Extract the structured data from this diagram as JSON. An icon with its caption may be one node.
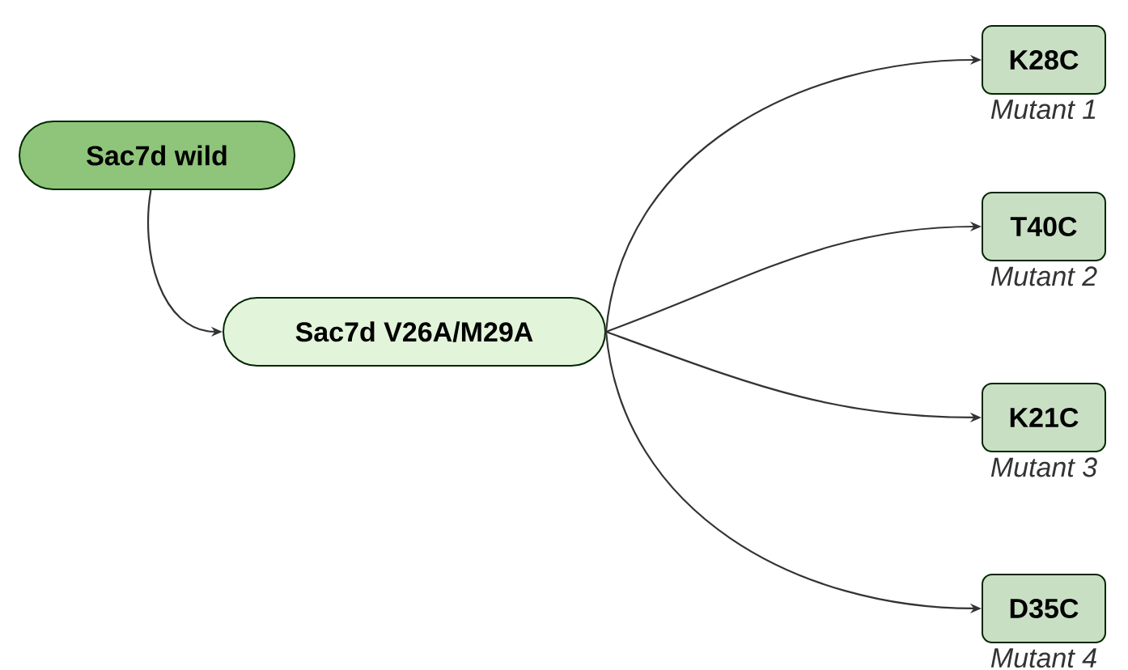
{
  "diagram": {
    "nodes": [
      {
        "text": [
          "Sac7d wild"
        ]
      },
      {
        "text": [
          "Sac7d V26A/M29A"
        ]
      },
      {
        "text": [
          "K28C"
        ],
        "beside": [
          "Mutant 1"
        ]
      },
      {
        "text": [
          "T40C"
        ],
        "beside": [
          "Mutant 2"
        ]
      },
      {
        "text": [
          "K21C"
        ],
        "beside": [
          "Mutant 3"
        ]
      },
      {
        "text": [
          "D35C"
        ],
        "beside": [
          "Mutant 4"
        ]
      }
    ],
    "edges": [
      {
        "from": 0,
        "to": 1,
        "arrow": "to"
      },
      {
        "from": 1,
        "to": 2,
        "arrow": "to"
      },
      {
        "from": 1,
        "to": 3,
        "arrow": "to"
      },
      {
        "from": 1,
        "to": 4,
        "arrow": "to"
      },
      {
        "from": 1,
        "to": 5,
        "arrow": "to"
      }
    ]
  }
}
